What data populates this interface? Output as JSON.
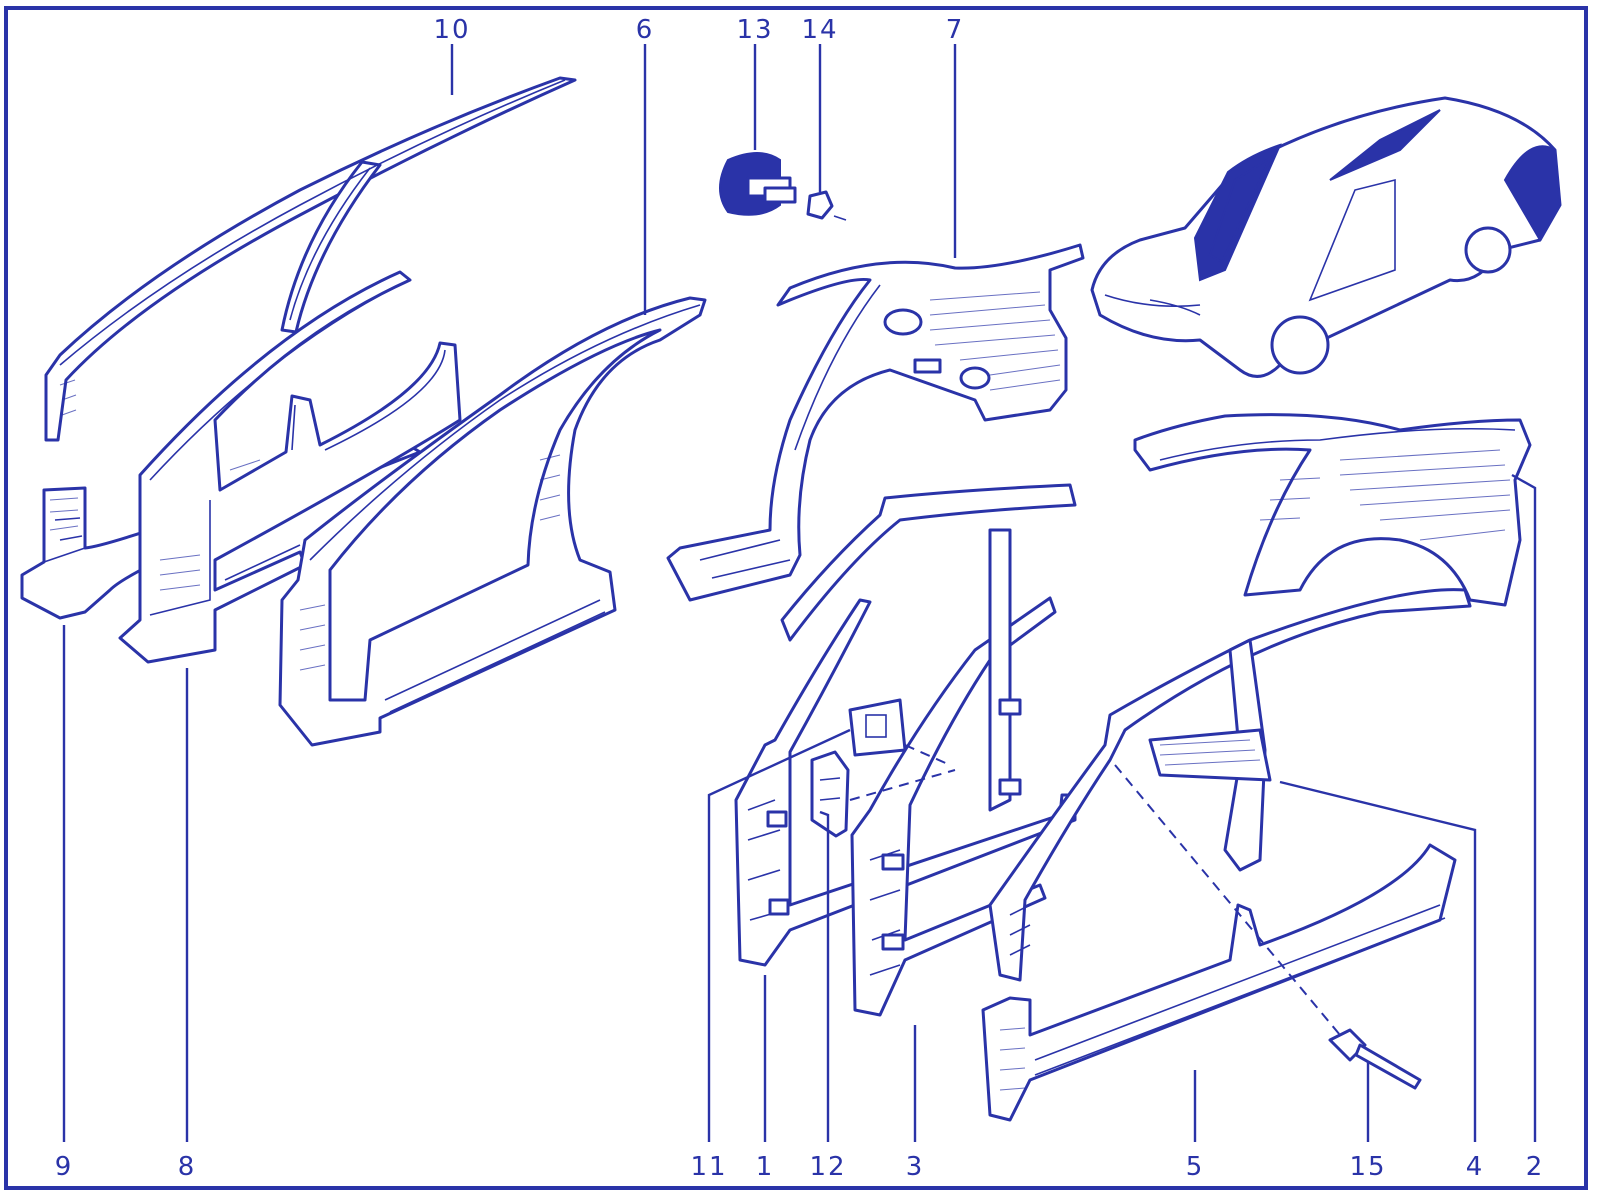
{
  "colors": {
    "ink": "#2a33a8",
    "paper": "#ffffff"
  },
  "labels": {
    "p1": "1",
    "p2": "2",
    "p3": "3",
    "p4": "4",
    "p5": "5",
    "p6": "6",
    "p7": "7",
    "p8": "8",
    "p9": "9",
    "p10": "10",
    "p11": "11",
    "p12": "12",
    "p13": "13",
    "p14": "14",
    "p15": "15"
  }
}
